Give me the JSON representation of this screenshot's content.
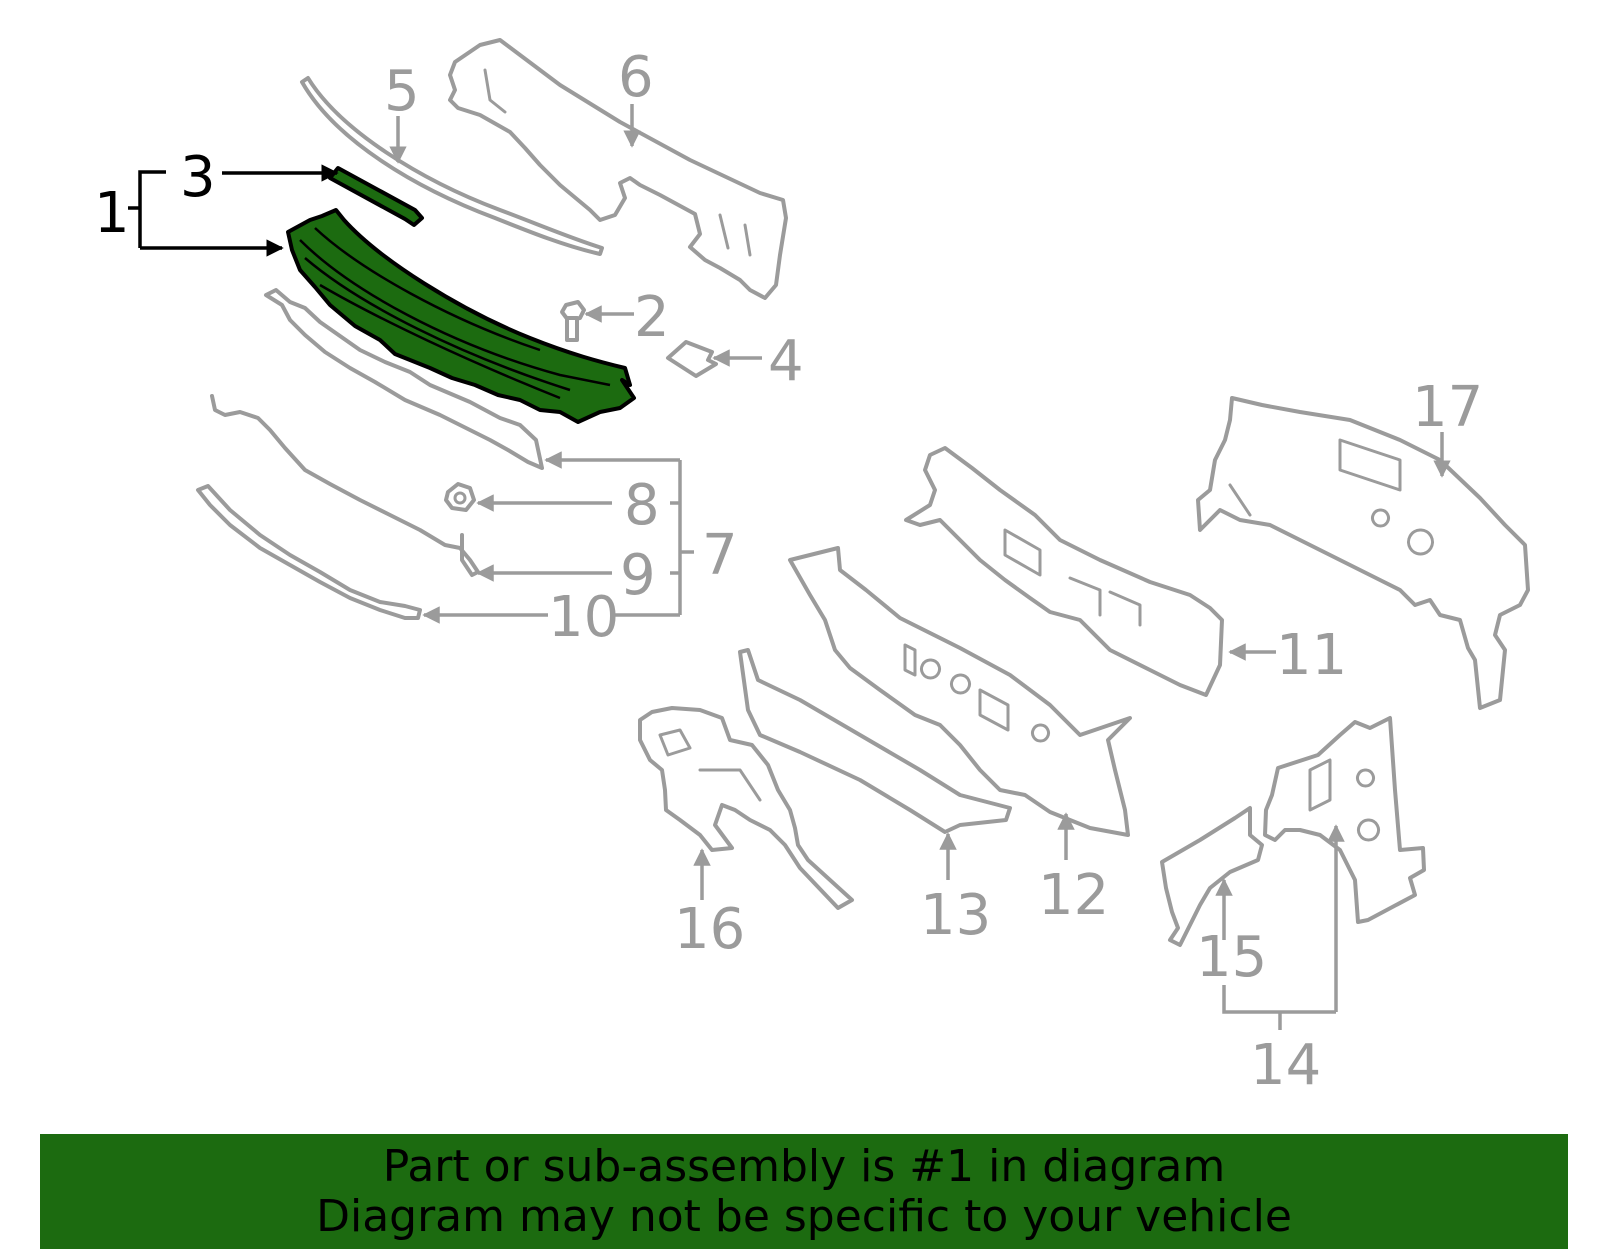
{
  "callouts": {
    "c1": "1",
    "c2": "2",
    "c3": "3",
    "c4": "4",
    "c5": "5",
    "c6": "6",
    "c7": "7",
    "c8": "8",
    "c9": "9",
    "c10": "10",
    "c11": "11",
    "c12": "12",
    "c13": "13",
    "c14": "14",
    "c15": "15",
    "c16": "16",
    "c17": "17"
  },
  "highlighted_callouts": [
    "1",
    "3"
  ],
  "colors": {
    "highlight": "#1c6b10",
    "parts": "#9b9b9b",
    "highlight_outline": "#000000",
    "banner": "#1c6b10"
  },
  "banner": {
    "line1": "Part or sub-assembly is #1 in diagram",
    "line2": "Diagram may not be specific to your vehicle"
  }
}
